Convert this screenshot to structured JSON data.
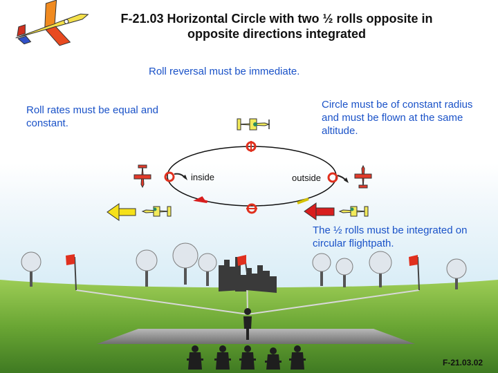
{
  "title": {
    "line1": "F-21.03 Horizontal Circle with two ½ rolls opposite in",
    "line2": "opposite directions integrated"
  },
  "notes": {
    "roll_reversal": "Roll reversal must be immediate.",
    "roll_rates": "Roll rates must be equal and constant.",
    "circle": "Circle must be of constant radius and must be flown at the same altitude.",
    "integration": "The ½ rolls must be integrated on circular flightpath."
  },
  "labels": {
    "inside": "inside",
    "outside": "outside"
  },
  "figure_code": "F-21.03.02",
  "colors": {
    "text_blue": "#1a52c8",
    "marker_red": "#e0301e",
    "arrow_yellow": "#f5e11a",
    "arrow_red": "#d81e1e",
    "plane_yellow": "#f2ea5a",
    "plane_red": "#e23a2a",
    "grass": "#5f9a2e",
    "runway": "#8e8e8e"
  },
  "icons": {
    "plane": "aerobatic-plane-icon",
    "flag": "red-flag-icon",
    "tree": "tree-icon",
    "castle": "castle-ruin-icon",
    "pilot": "pilot-figure-icon",
    "judge": "judge-figure-icon"
  }
}
